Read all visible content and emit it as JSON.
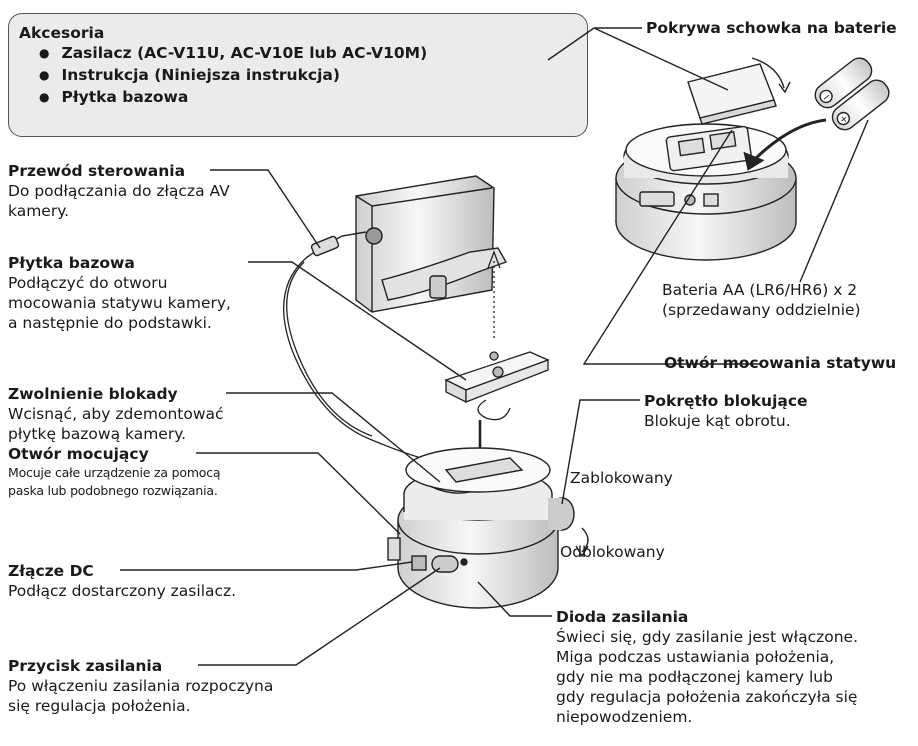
{
  "accessories": {
    "title": "Akcesoria",
    "items": [
      "Zasilacz (AC-V11U, AC-V10E lub AC-V10M)",
      "Instrukcja (Niniejsza instrukcja)",
      "Płytka bazowa"
    ]
  },
  "labels": {
    "control_cable": {
      "title": "Przewód sterowania",
      "desc": [
        "Do podłączania do złącza AV",
        "kamery."
      ]
    },
    "base_plate": {
      "title": "Płytka bazowa",
      "desc": [
        "Podłączyć do otworu",
        "mocowania statywu kamery,",
        "a następnie do podstawki."
      ]
    },
    "lock_release": {
      "title": "Zwolnienie blokady",
      "desc": [
        "Wcisnąć, aby zdemontować",
        "płytkę bazową kamery."
      ]
    },
    "mount_hole": {
      "title": "Otwór mocujący",
      "desc": [
        "Mocuje całe urządzenie za pomocą",
        "paska lub podobnego rozwiązania."
      ]
    },
    "dc_jack": {
      "title": "Złącze DC",
      "desc": [
        "Podłącz dostarczony zasilacz."
      ]
    },
    "power_button": {
      "title": "Przycisk zasilania",
      "desc": [
        "Po włączeniu zasilania rozpoczyna",
        "się regulacja położenia."
      ]
    },
    "battery_cover": {
      "title": "Pokrywa schowka na baterie"
    },
    "battery": {
      "desc": [
        "Bateria AA (LR6/HR6) x 2",
        "(sprzedawany oddzielnie)"
      ]
    },
    "tripod_hole": {
      "title": "Otwór mocowania statywu"
    },
    "lock_knob": {
      "title": "Pokrętło blokujące",
      "desc": [
        "Blokuje kąt obrotu."
      ]
    },
    "locked": "Zablokowany",
    "unlocked": "Odblokowany",
    "power_led": {
      "title": "Dioda zasilania",
      "desc": [
        "Świeci się, gdy zasilanie jest włączone.",
        "Miga podczas ustawiania położenia,",
        "gdy nie ma podłączonej kamery lub",
        "gdy regulacja położenia zakończyła się",
        "niepowodzeniem."
      ]
    }
  }
}
